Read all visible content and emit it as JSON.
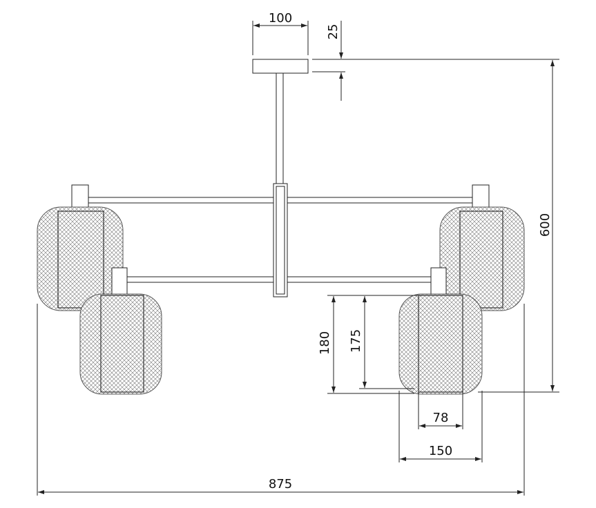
{
  "dimensions": {
    "canopy_width": "100",
    "canopy_height": "25",
    "total_height": "600",
    "shade_height_outer": "180",
    "shade_height_inner": "175",
    "shade_inner_width": "78",
    "shade_outer_width": "150",
    "total_width": "875"
  },
  "colors": {
    "line": "#222222",
    "mesh": "#666666",
    "background": "#ffffff"
  }
}
